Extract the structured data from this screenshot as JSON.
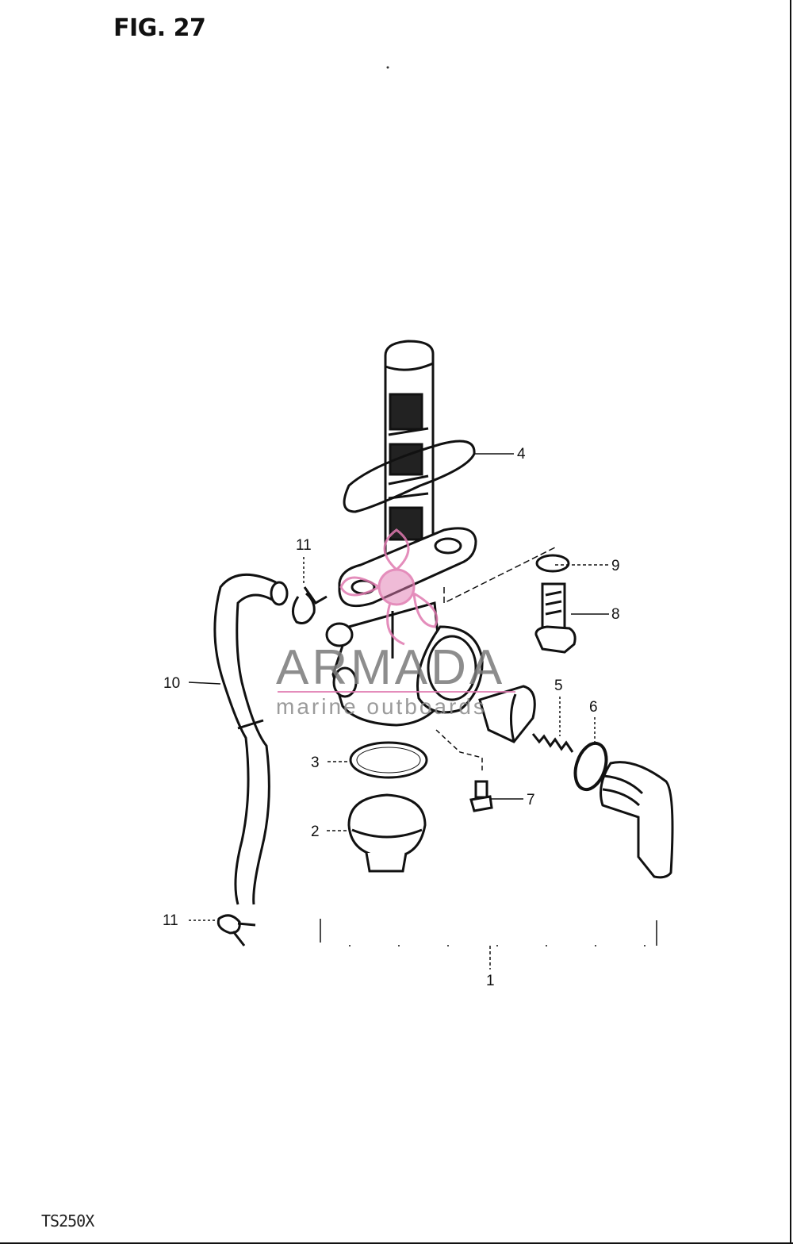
{
  "figure": {
    "title": "FIG. 27",
    "model": "TS250X"
  },
  "callouts": {
    "c1": "1",
    "c2": "2",
    "c3": "3",
    "c4": "4",
    "c5": "5",
    "c6": "6",
    "c7": "7",
    "c8": "8",
    "c9": "9",
    "c10": "10",
    "c11a": "11",
    "c11b": "11"
  },
  "watermark": {
    "brand": "ARMADA",
    "tagline": "marine outboards",
    "accent_color": "#e07ab0"
  },
  "colors": {
    "ink": "#111111",
    "background": "#ffffff"
  }
}
